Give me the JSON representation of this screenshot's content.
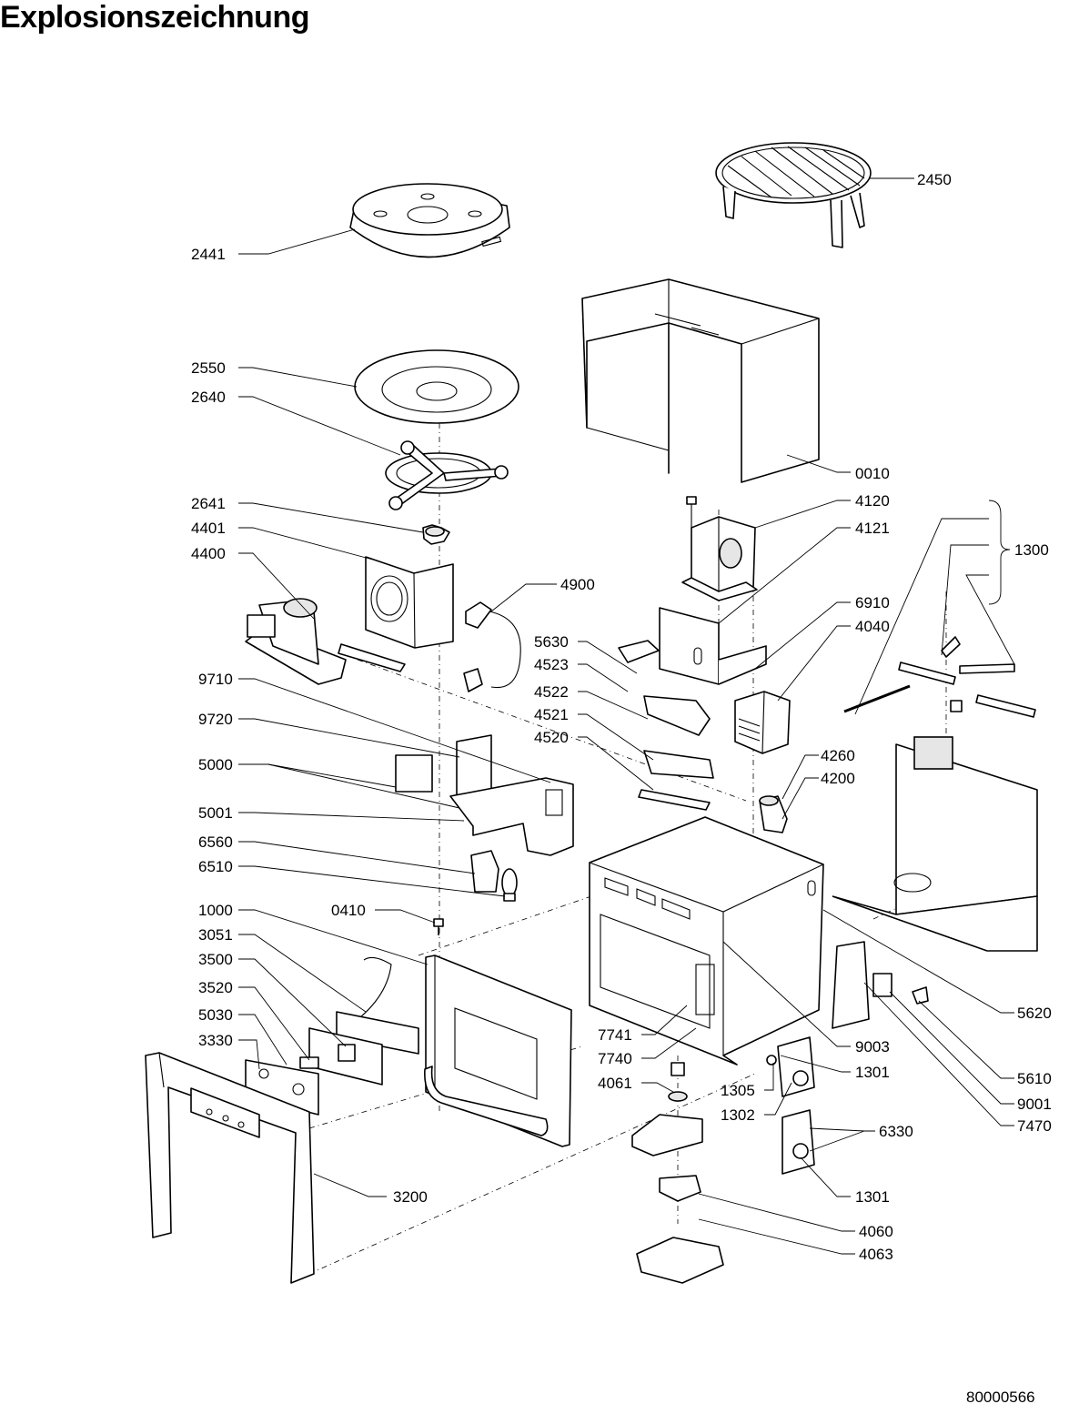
{
  "title": "Explosionszeichnung",
  "document_number": "80000566",
  "callouts": [
    {
      "id": "c2441",
      "label": "2441"
    },
    {
      "id": "c2450",
      "label": "2450"
    },
    {
      "id": "c2550",
      "label": "2550"
    },
    {
      "id": "c2640",
      "label": "2640"
    },
    {
      "id": "c0010",
      "label": "0010"
    },
    {
      "id": "c2641",
      "label": "2641"
    },
    {
      "id": "c4401",
      "label": "4401"
    },
    {
      "id": "c4400",
      "label": "4400"
    },
    {
      "id": "c4120",
      "label": "4120"
    },
    {
      "id": "c4121",
      "label": "4121"
    },
    {
      "id": "c1300",
      "label": "1300"
    },
    {
      "id": "c4900",
      "label": "4900"
    },
    {
      "id": "c6910",
      "label": "6910"
    },
    {
      "id": "c4040",
      "label": "4040"
    },
    {
      "id": "c5630",
      "label": "5630"
    },
    {
      "id": "c4523",
      "label": "4523"
    },
    {
      "id": "c4522",
      "label": "4522"
    },
    {
      "id": "c9710",
      "label": "9710"
    },
    {
      "id": "c4521",
      "label": "4521"
    },
    {
      "id": "c4520",
      "label": "4520"
    },
    {
      "id": "c9720",
      "label": "9720"
    },
    {
      "id": "c4260",
      "label": "4260"
    },
    {
      "id": "c4200",
      "label": "4200"
    },
    {
      "id": "c5000",
      "label": "5000"
    },
    {
      "id": "c5001",
      "label": "5001"
    },
    {
      "id": "c6560",
      "label": "6560"
    },
    {
      "id": "c6510",
      "label": "6510"
    },
    {
      "id": "c1000",
      "label": "1000"
    },
    {
      "id": "c0410",
      "label": "0410"
    },
    {
      "id": "c3051",
      "label": "3051"
    },
    {
      "id": "c3500",
      "label": "3500"
    },
    {
      "id": "c3520",
      "label": "3520"
    },
    {
      "id": "c5620",
      "label": "5620"
    },
    {
      "id": "c5030",
      "label": "5030"
    },
    {
      "id": "c3330",
      "label": "3330"
    },
    {
      "id": "c7741",
      "label": "7741"
    },
    {
      "id": "c9003",
      "label": "9003"
    },
    {
      "id": "c7740",
      "label": "7740"
    },
    {
      "id": "c1301a",
      "label": "1301"
    },
    {
      "id": "c4061",
      "label": "4061"
    },
    {
      "id": "c1305",
      "label": "1305"
    },
    {
      "id": "c5610",
      "label": "5610"
    },
    {
      "id": "c9001",
      "label": "9001"
    },
    {
      "id": "c1302",
      "label": "1302"
    },
    {
      "id": "c7470",
      "label": "7470"
    },
    {
      "id": "c6330",
      "label": "6330"
    },
    {
      "id": "c3200",
      "label": "3200"
    },
    {
      "id": "c1301b",
      "label": "1301"
    },
    {
      "id": "c4060",
      "label": "4060"
    },
    {
      "id": "c4063",
      "label": "4063"
    }
  ]
}
